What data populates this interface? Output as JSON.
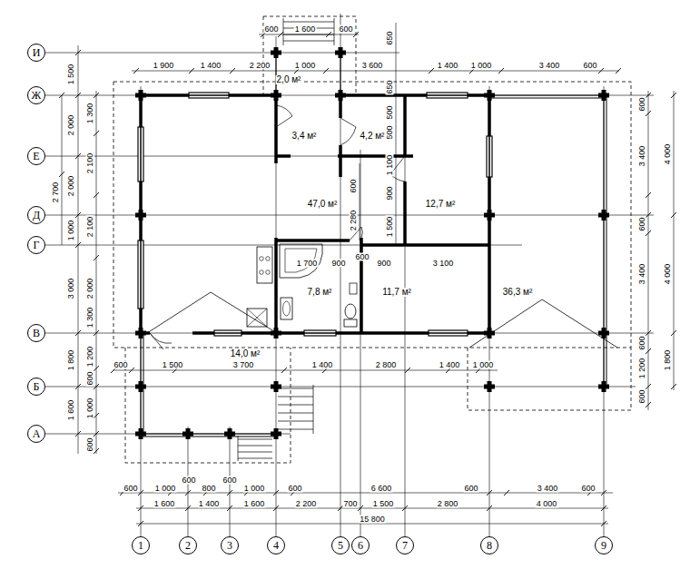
{
  "diagram": {
    "nodes": [
      {
        "text": [
          "И"
        ]
      },
      {
        "text": [
          "Ж"
        ]
      },
      {
        "text": [
          "Е"
        ]
      },
      {
        "text": [
          "Д"
        ]
      },
      {
        "text": [
          "Г"
        ]
      },
      {
        "text": [
          "В"
        ]
      },
      {
        "text": [
          "Б"
        ]
      },
      {
        "text": [
          "А"
        ]
      },
      {
        "text": [
          "1"
        ]
      },
      {
        "text": [
          "2"
        ]
      },
      {
        "text": [
          "3"
        ]
      },
      {
        "text": [
          "4"
        ]
      },
      {
        "text": [
          "5"
        ]
      },
      {
        "text": [
          "6"
        ]
      },
      {
        "text": [
          "7"
        ]
      },
      {
        "text": [
          "8"
        ]
      },
      {
        "text": [
          "9"
        ]
      }
    ],
    "labels": [
      "1 900",
      "1 400",
      "2 200",
      "1 000",
      "3 600",
      "1 400",
      "1 000",
      "3 400",
      "600",
      "600",
      "1 600",
      "600",
      "650",
      "2,0 м²",
      "650",
      "500",
      "500",
      "1 100",
      "900",
      "1 500",
      "600",
      "2 280",
      "3,4 м²",
      "4,2 м²",
      "47,0 м²",
      "12,7 м²",
      "1 700",
      "900",
      "600",
      "900",
      "3 100",
      "7,8 м²",
      "11,7 м²",
      "36,3 м²",
      "14,0 м²",
      "600",
      "1 500",
      "3 700",
      "1 400",
      "2 800",
      "1 400",
      "1 000",
      "1 500",
      "2 000",
      "2 000",
      "1 000",
      "3 000",
      "1 800",
      "1 600",
      "2 700",
      "1 300",
      "2 100",
      "2 100",
      "2 000",
      "1 300",
      "1 200",
      "600",
      "1 000",
      "600",
      "4 000",
      "4 000",
      "1 800",
      "600",
      "3 400",
      "600",
      "3 400",
      "600",
      "1 200",
      "600",
      "600",
      "1 000",
      "600",
      "800",
      "600",
      "1 000",
      "600",
      "6 600",
      "600",
      "3 400",
      "600",
      "1 600",
      "1 400",
      "1 600",
      "2 200",
      "700",
      "1 500",
      "2 800",
      "4 000",
      "15 800"
    ]
  }
}
